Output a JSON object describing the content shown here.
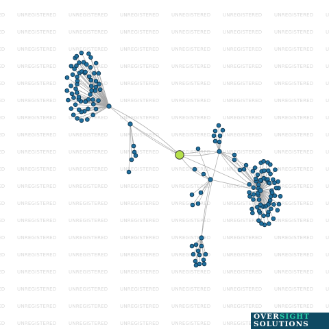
{
  "watermark": {
    "text": "UNREGISTERED",
    "color": "#d9d9d9"
  },
  "graph": {
    "center_color": "#b5e04a",
    "node_color": "#1f6f9e",
    "edge_color": "#a9a9a9"
  },
  "logo": {
    "line1_part1": "OVER",
    "line1_part2": "SIGHT",
    "line2": "SOLUTIONS",
    "bg_color": "#0f4a63",
    "accent_color": "#27d0a7"
  }
}
